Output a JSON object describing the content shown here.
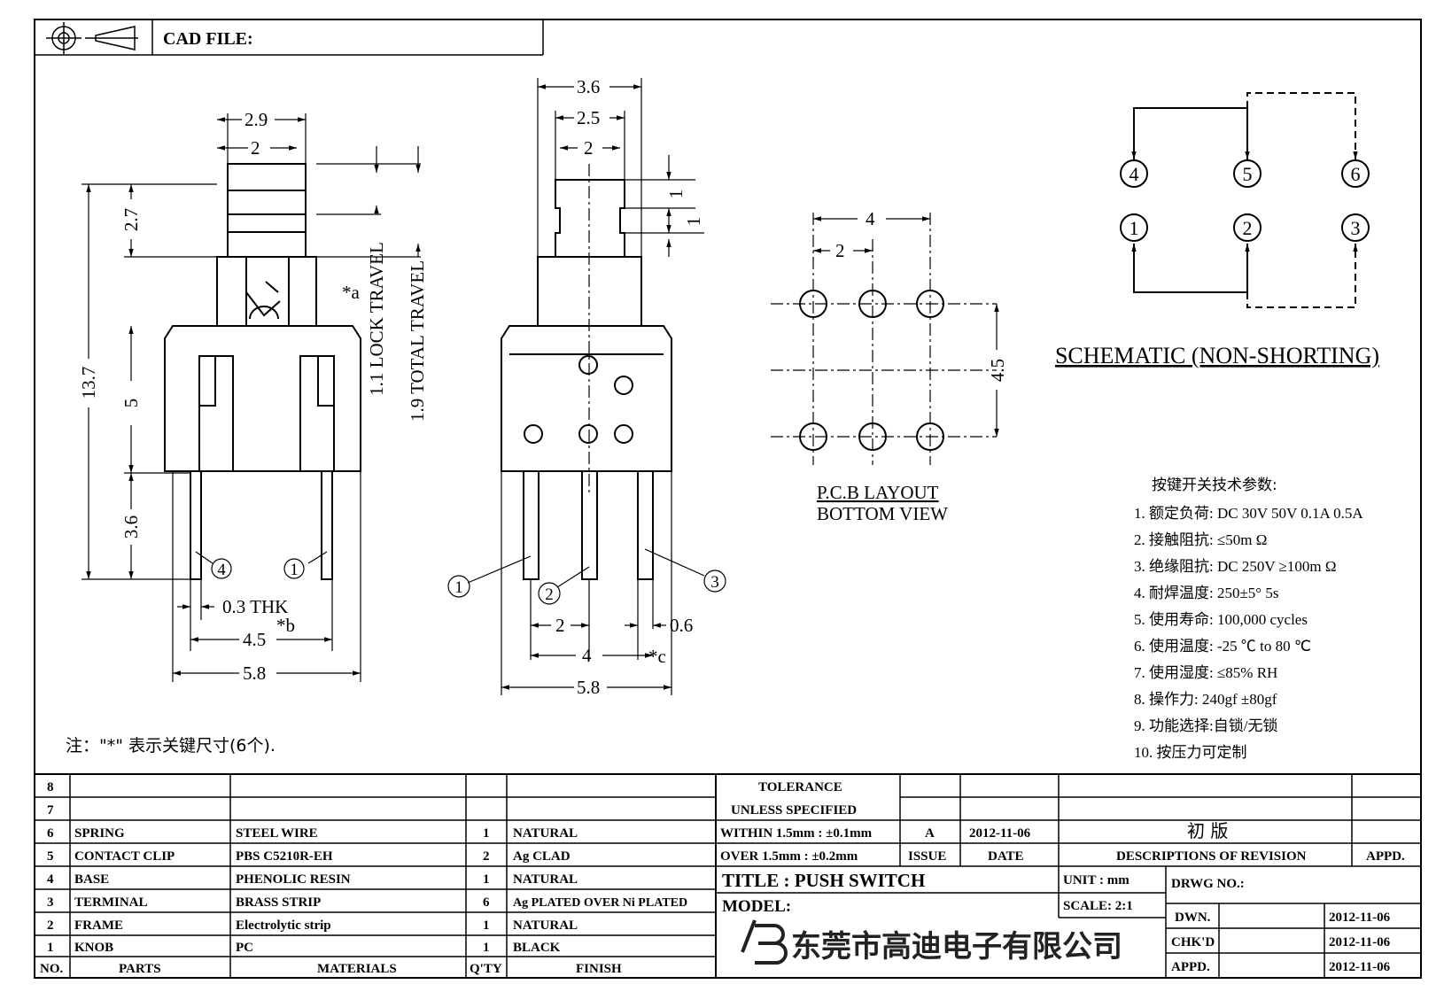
{
  "header": {
    "cad_file_label": "CAD FILE:"
  },
  "front_view": {
    "dims": {
      "w29": "2.9",
      "w2": "2",
      "h27": "2.7",
      "h137": "13.7",
      "h5": "5",
      "h36": "3.6",
      "thk": "0.3  THK",
      "w45": "4.5",
      "star_b": "*b",
      "w58": "5.8",
      "star_a": "*a",
      "lock": "1.1  LOCK  TRAVEL",
      "total": "1.9  TOTAL  TRAVEL"
    },
    "pins": [
      "4",
      "1"
    ]
  },
  "side_view": {
    "dims": {
      "w36": "3.6",
      "w25": "2.5",
      "w2": "2",
      "h1a": "1",
      "h1b": "1",
      "p2": "2",
      "p06": "0.6",
      "p4": "4",
      "star_c": "*c",
      "w58": "5.8"
    },
    "pins": [
      "1",
      "2",
      "3"
    ]
  },
  "pcb": {
    "w4": "4",
    "w2": "2",
    "h45": "4.5",
    "title": "P.C.B  LAYOUT",
    "subtitle": "BOTTOM  VIEW"
  },
  "schematic": {
    "top_pins": [
      "4",
      "5",
      "6"
    ],
    "bottom_pins": [
      "1",
      "2",
      "3"
    ],
    "title": "SCHEMATIC (NON-SHORTING)"
  },
  "specs": {
    "heading": "按键开关技术参数:",
    "items": [
      "1.  额定负荷: DC 30V 50V    0.1A  0.5A",
      "2.  接触阻抗:  ≤50m Ω",
      "3.  绝缘阻抗: DC 250V   ≥100m Ω",
      "4.  耐焊温度: 250±5°    5s",
      "5.  使用寿命: 100,000 cycles",
      "6.  使用温度: -25  ℃  to 80  ℃",
      "7.  使用湿度:  ≤85% RH",
      "8.  操作力: 240gf  ±80gf",
      "9.  功能选择:自锁/无锁",
      "10.  按压力可定制"
    ]
  },
  "note": "注：\"*\"  表示关键尺寸(6个).",
  "bom": {
    "rows": [
      {
        "no": "8",
        "part": "",
        "material": "",
        "qty": "",
        "finish": ""
      },
      {
        "no": "7",
        "part": "",
        "material": "",
        "qty": "",
        "finish": ""
      },
      {
        "no": "6",
        "part": "SPRING",
        "material": "STEEL  WIRE",
        "qty": "1",
        "finish": "NATURAL"
      },
      {
        "no": "5",
        "part": "CONTACT  CLIP",
        "material": "PBS  C5210R-EH",
        "qty": "2",
        "finish": "Ag  CLAD"
      },
      {
        "no": "4",
        "part": "BASE",
        "material": "PHENOLIC  RESIN",
        "qty": "1",
        "finish": "NATURAL"
      },
      {
        "no": "3",
        "part": "TERMINAL",
        "material": "BRASS  STRIP",
        "qty": "6",
        "finish": "Ag  PLATED  OVER  Ni  PLATED"
      },
      {
        "no": "2",
        "part": "FRAME",
        "material": "Electrolytic  strip",
        "qty": "1",
        "finish": "NATURAL"
      },
      {
        "no": "1",
        "part": "KNOB",
        "material": "PC",
        "qty": "1",
        "finish": "BLACK"
      }
    ],
    "headers": {
      "no": "NO.",
      "part": "PARTS",
      "material": "MATERIALS",
      "qty": "Q'TY",
      "finish": "FINISH"
    }
  },
  "titleblock": {
    "tol1": "TOLERANCE",
    "tol2": "UNLESS   SPECIFIED",
    "within": "WITHIN  1.5mm  :  ±0.1mm",
    "over": "OVER  1.5mm  :  ±0.2mm",
    "rev_issue": "A",
    "rev_date": "2012-11-06",
    "rev_desc": "初  版",
    "h_issue": "ISSUE",
    "h_date": "DATE",
    "h_desc": "DESCRIPTIONS  OF  REVISION",
    "h_appd": "APPD.",
    "title": "TITLE :   PUSH  SWITCH",
    "unit": "UNIT :   mm",
    "scale": "SCALE:   2:1",
    "model": "MODEL:",
    "drwg": "DRWG  NO.:",
    "company": "东莞市高迪电子有限公司",
    "dwn_l": "DWN.",
    "dwn_d": "2012-11-06",
    "chk_l": "CHK'D",
    "chk_d": "2012-11-06",
    "appd_l": "APPD.",
    "appd_d": "2012-11-06"
  }
}
